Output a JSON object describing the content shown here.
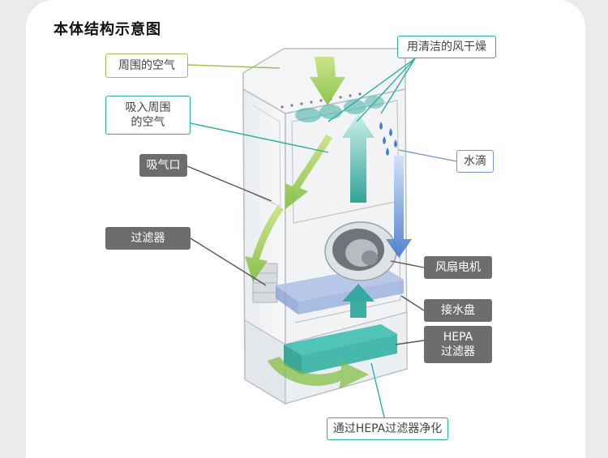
{
  "title": "本体结构示意图",
  "labels": {
    "ambient_air": "周围的空气",
    "intake_line1": "吸入周围",
    "intake_line2": "的空气",
    "air_inlet": "吸气口",
    "filter": "过滤器",
    "clean_dry": "用清洁的风干燥",
    "water_drops": "水滴",
    "fan_motor": "风扇电机",
    "drip_tray": "接水盘",
    "hepa_line1": "HEPA",
    "hepa_line2": "过滤器",
    "hepa_purify": "通过HEPA过滤器净化"
  },
  "colors": {
    "ambient_label_border": "#9cbf52",
    "teal": "#27b1a0",
    "blue": "#7a95c9",
    "grey_label": "#6d6d6d",
    "green_arrow": "#8fc24a",
    "teal_arrow": "#2aa69a",
    "blue_arrow": "#4a7fd0"
  }
}
